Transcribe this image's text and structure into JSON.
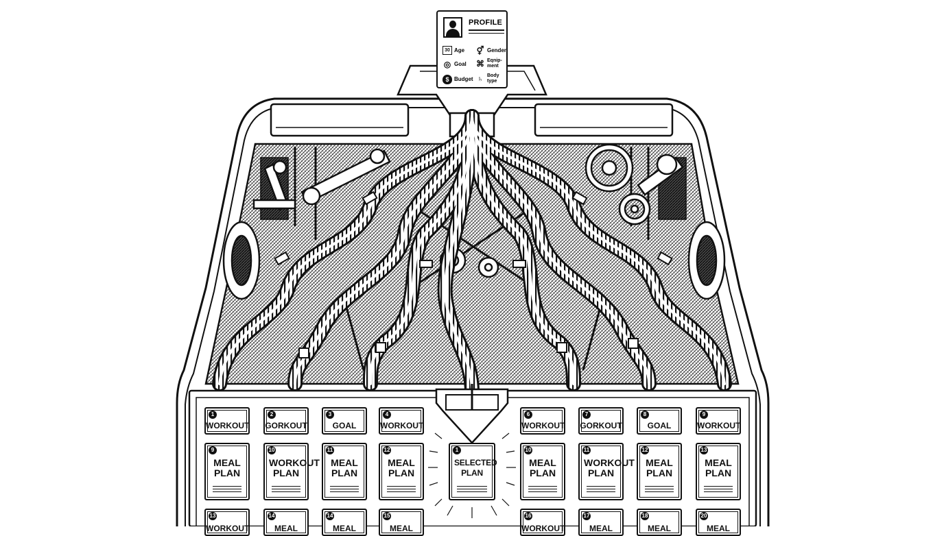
{
  "profile": {
    "title": "PROFILE",
    "fields": [
      {
        "label": "Age",
        "icon": "calendar-icon"
      },
      {
        "label": "Gender",
        "icon": "gender-icon"
      },
      {
        "label": "Goal",
        "icon": "target-icon"
      },
      {
        "label": "Eqnip-\nment",
        "icon": "equipment-icon"
      },
      {
        "label": "Budget",
        "icon": "money-bag-icon"
      },
      {
        "label": "Body\ntype",
        "icon": "body-type-icon"
      }
    ],
    "age_value": "30"
  },
  "slots": {
    "row1": [
      {
        "num": "1",
        "label": "WORKOUT"
      },
      {
        "num": "2",
        "label": "GORKOUT"
      },
      {
        "num": "3",
        "label": "GOAL"
      },
      {
        "num": "4",
        "label": "WORKOUT"
      },
      {
        "num": "6",
        "label": "WORKOUT"
      },
      {
        "num": "7",
        "label": "GORKOUT"
      },
      {
        "num": "8",
        "label": "GOAL"
      },
      {
        "num": "9",
        "label": "WORKOUT"
      }
    ],
    "row2": [
      {
        "num": "9",
        "label": "MEAL\nPLAN"
      },
      {
        "num": "10",
        "label": "WORKOUT\nPLAN"
      },
      {
        "num": "11",
        "label": "MEAL\nPLAN"
      },
      {
        "num": "12",
        "label": "MEAL\nPLAN"
      },
      {
        "num": "10",
        "label": "MEAL\nPLAN"
      },
      {
        "num": "11",
        "label": "WORKOUT\nPLAN"
      },
      {
        "num": "12",
        "label": "MEAL\nPLAN"
      },
      {
        "num": "13",
        "label": "MEAL\nPLAN"
      }
    ],
    "row3": [
      {
        "num": "13",
        "label": "WORKOUT"
      },
      {
        "num": "14",
        "label": "MEAL"
      },
      {
        "num": "14",
        "label": "MEAL"
      },
      {
        "num": "15",
        "label": "MEAL"
      },
      {
        "num": "16",
        "label": "WORKOUT"
      },
      {
        "num": "17",
        "label": "MEAL"
      },
      {
        "num": "18",
        "label": "MEAL"
      },
      {
        "num": "20",
        "label": "MEAL"
      }
    ],
    "selected": {
      "num": "1",
      "label": "SELECTED\nPLAN"
    }
  }
}
